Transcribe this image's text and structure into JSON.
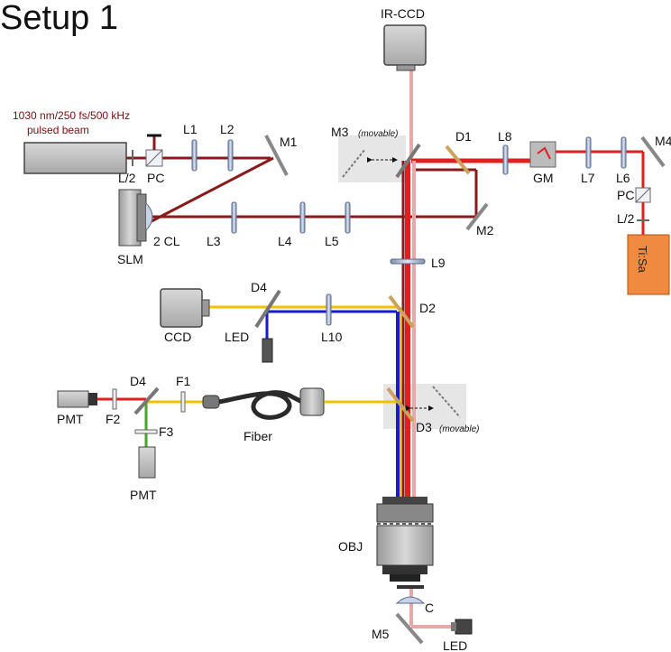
{
  "title": "Setup 1",
  "source": {
    "line1": "1030 nm/250 fs/500 kHz",
    "line2": "pulsed beam"
  },
  "labels": {
    "ir_ccd": "IR-CCD",
    "m3": "M3",
    "movable": "(movable)",
    "d1": "D1",
    "l8": "L8",
    "m4": "M4",
    "gm": "GM",
    "l7": "L7",
    "l6": "L6",
    "pc": "PC",
    "l2_ti": "L/2",
    "tisa": "Ti:Sa",
    "l1": "L1",
    "l2": "L2",
    "m1": "M1",
    "l2_wave": "L/2",
    "pc_main": "PC",
    "cl": "2 CL",
    "slm": "SLM",
    "l3": "L3",
    "l4": "L4",
    "l5": "L5",
    "m2": "M2",
    "l9": "L9",
    "d4_top": "D4",
    "d2": "D2",
    "ccd": "CCD",
    "led": "LED",
    "l10": "L10",
    "d4": "D4",
    "f1": "F1",
    "pmt1": "PMT",
    "f2": "F2",
    "f3": "F3",
    "pmt2": "PMT",
    "fiber": "Fiber",
    "d3": "D3",
    "obj": "OBJ",
    "c": "C",
    "m5": "M5",
    "led_bottom": "LED"
  },
  "colors": {
    "ir_beam": "#8b1a1a",
    "red_beam": "#e02020",
    "pink_beam": "#e8a8a8",
    "yellow_beam": "#f2c200",
    "blue_beam": "#1a1ad0",
    "green_beam": "#44a52a",
    "tisa_box": "#f08a40"
  }
}
